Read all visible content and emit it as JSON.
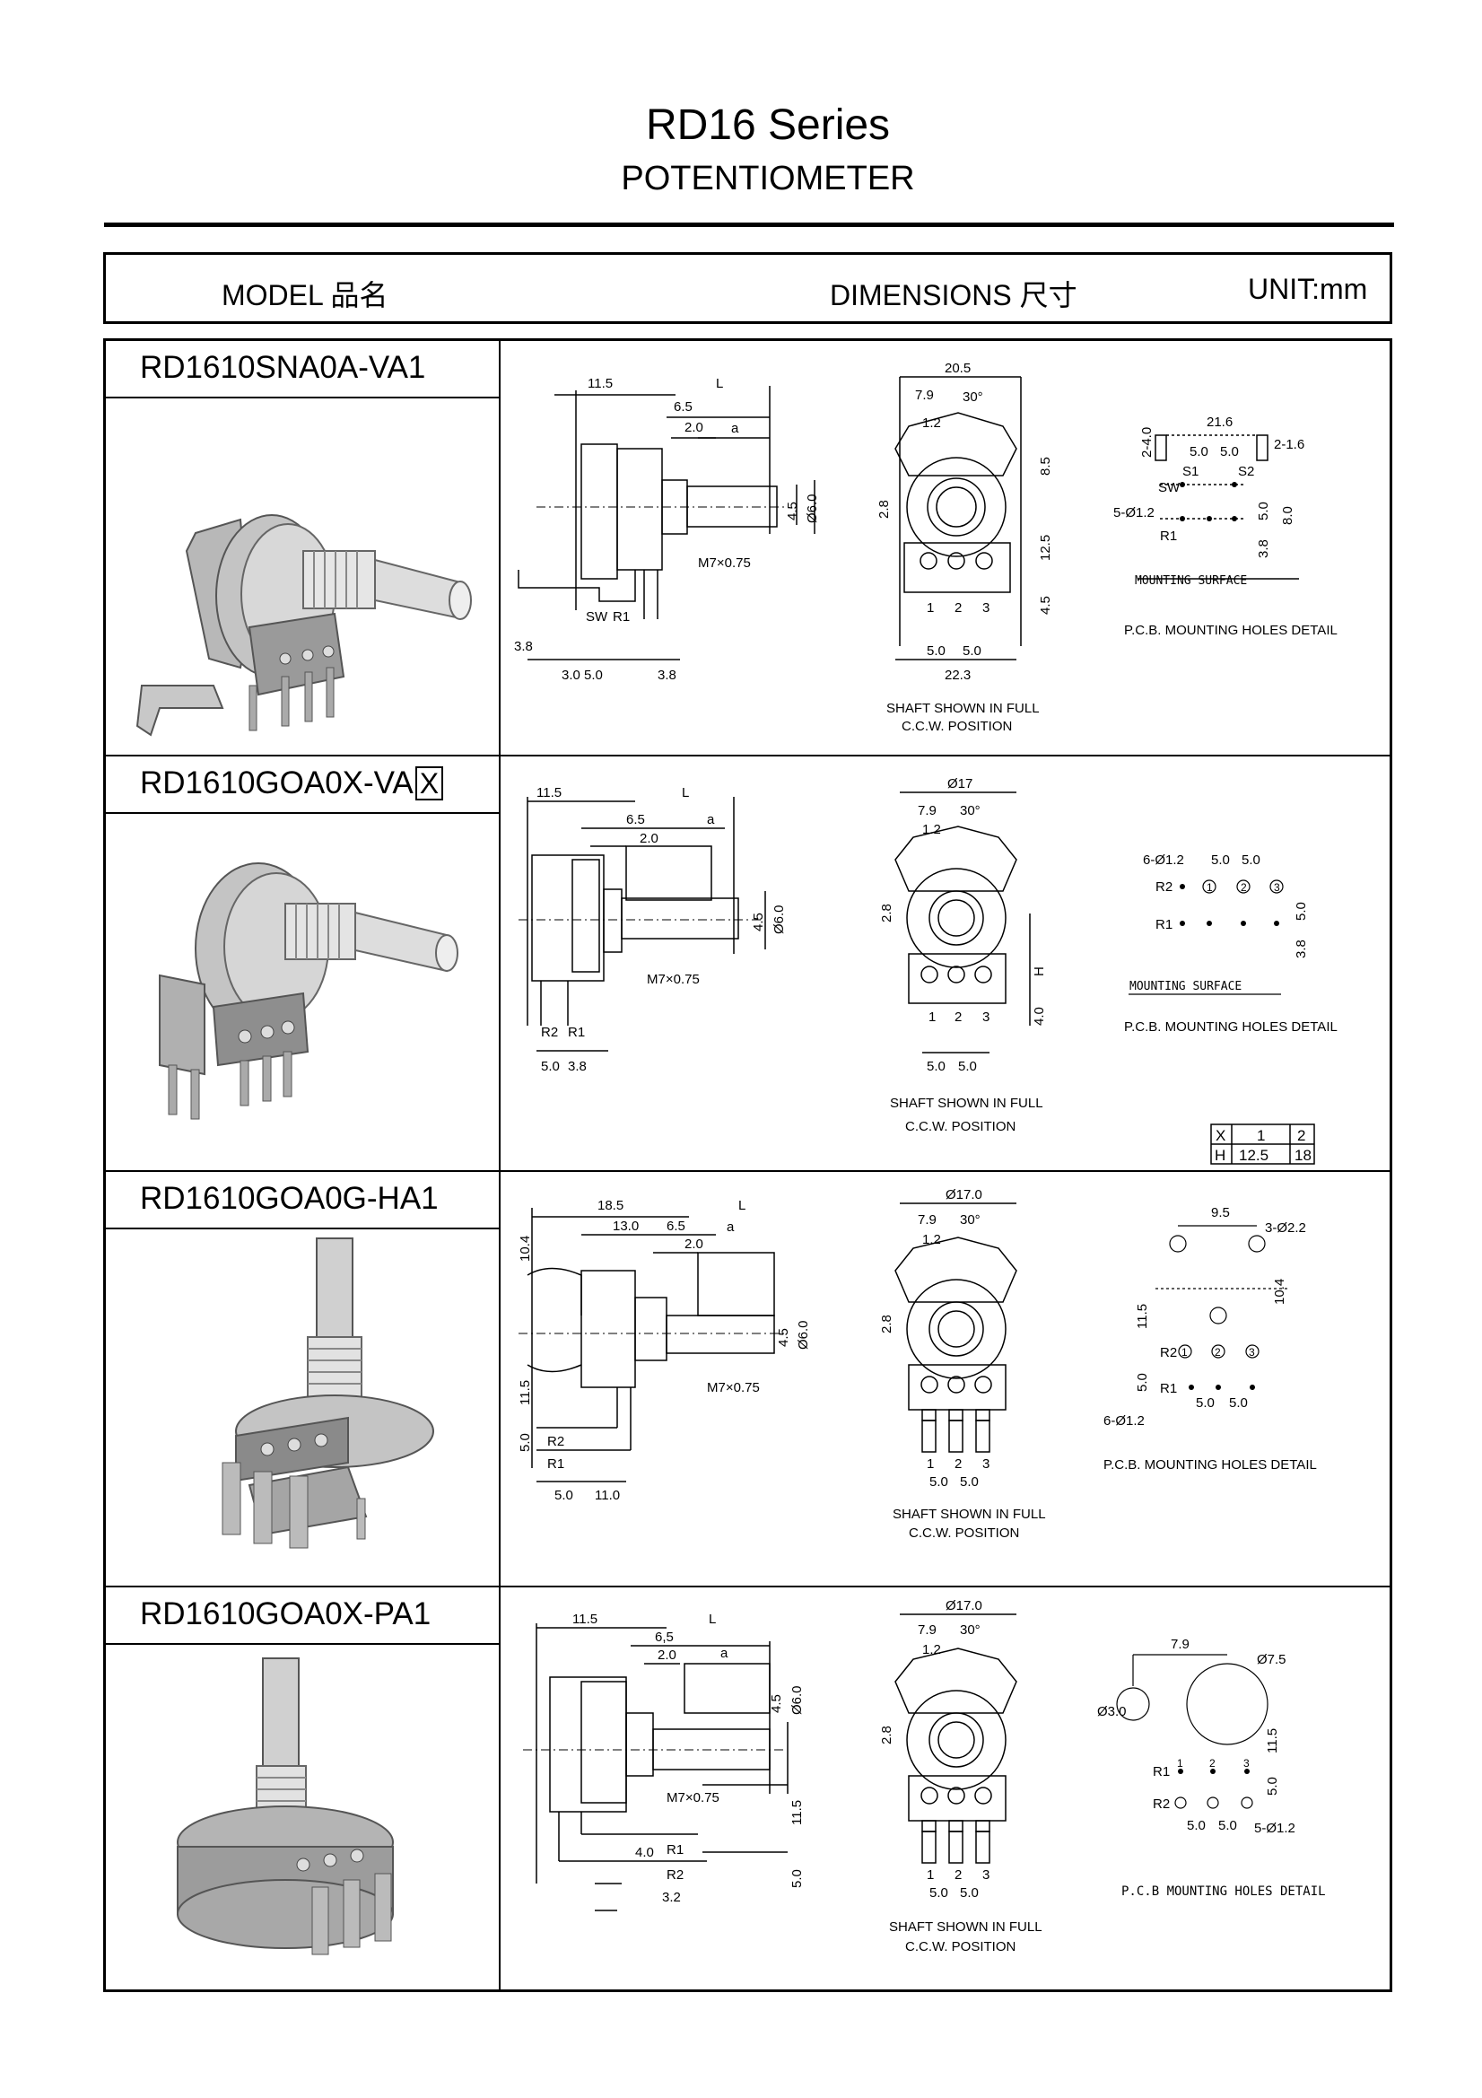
{
  "header": {
    "title": "RD16 Series",
    "subtitle": "POTENTIOMETER"
  },
  "columns": {
    "model": "MODEL 品名",
    "dimensions": "DIMENSIONS 尺寸",
    "unit": "UNIT:mm"
  },
  "rows": [
    {
      "model": "RD1610SNA0A-VA1",
      "model_suffix": ""
    },
    {
      "model": "RD1610GOA0X-VA",
      "model_suffix": "X"
    },
    {
      "model": "RD1610GOA0G-HA1",
      "model_suffix": ""
    },
    {
      "model": "RD1610GOA0X-PA1",
      "model_suffix": ""
    }
  ],
  "notes": {
    "shaft1": "SHAFT SHOWN IN FULL",
    "shaft2": "C.C.W. POSITION",
    "pcb": "P.C.B. MOUNTING HOLES DETAIL",
    "pcb_alt": "P.C.B MOUNTING HOLES DETAIL",
    "mounting_surface": "MOUNTING SURFACE"
  },
  "dims": {
    "d11_5": "11.5",
    "d18_5": "18.5",
    "d13_0": "13.0",
    "dL": "L",
    "d6_5": "6,5",
    "d6_5b": "6.5",
    "d2_0": "2.0",
    "da": "a",
    "d4_5": "4.5",
    "d6_0": "Ø6.0",
    "dM7": "M7×0.75",
    "d3_8": "3.8",
    "d3_0": "3.0",
    "d5_0": "5.0",
    "d11_0": "11.0",
    "d4_0": "4.0",
    "d3_2": "3.2",
    "d20_5": "20.5",
    "d7_9": "7.9",
    "d30": "30°",
    "d1_2": "1.2",
    "d2_8": "2.8",
    "d8_5": "8.5",
    "d12_5": "12.5",
    "d22_3": "22.3",
    "dphi17": "Ø17",
    "dphi17_0": "Ø17.0",
    "dH": "H",
    "d21_6": "21.6",
    "d2_40": "2-4.0",
    "d2_16": "2-1.6",
    "d5phi12": "5-Ø1.2",
    "d6phi12": "6-Ø1.2",
    "d3phi22": "3-Ø2.2",
    "d9_5": "9.5",
    "d10_4": "10.4",
    "d8_0": "8.0",
    "dphi7_5": "Ø7.5",
    "dphi3_0": "Ø3.0",
    "pin_S1": "S1",
    "pin_S2": "S2",
    "pin_SW": "SW",
    "pin_R1": "R1",
    "pin_R2": "R2",
    "p1": "1",
    "p2": "2",
    "p3": "3"
  },
  "h_table": {
    "head": [
      "X",
      "1",
      "2"
    ],
    "row": [
      "H",
      "12.5",
      "18"
    ]
  }
}
